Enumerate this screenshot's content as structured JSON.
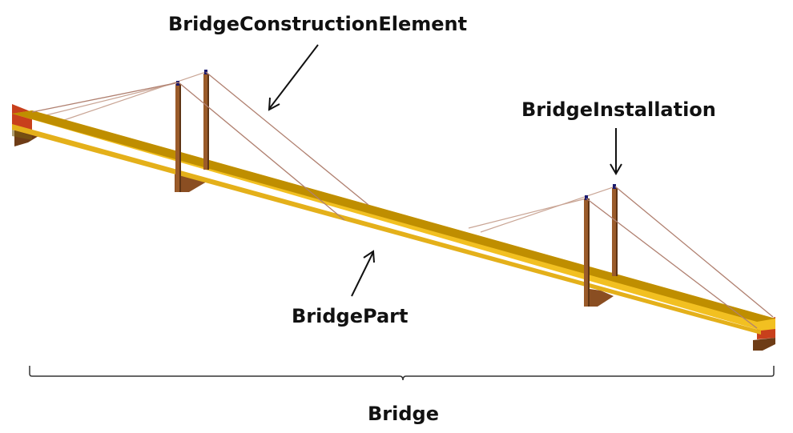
{
  "labels": {
    "construction_element": "BridgeConstructionElement",
    "installation": "BridgeInstallation",
    "part": "BridgePart",
    "bridge": "Bridge"
  },
  "colors": {
    "deck_top": "#bf8e00",
    "deck_edge": "#f2c021",
    "deck_shadow": "#7a5c10",
    "pylon": "#9a5b2a",
    "pylon_dark": "#5e3414",
    "cable": "#b08070",
    "abutment_red": "#c8401c",
    "abutment_dark": "#6e3c16",
    "cap": "#1a1a6e",
    "ink": "#111111"
  }
}
